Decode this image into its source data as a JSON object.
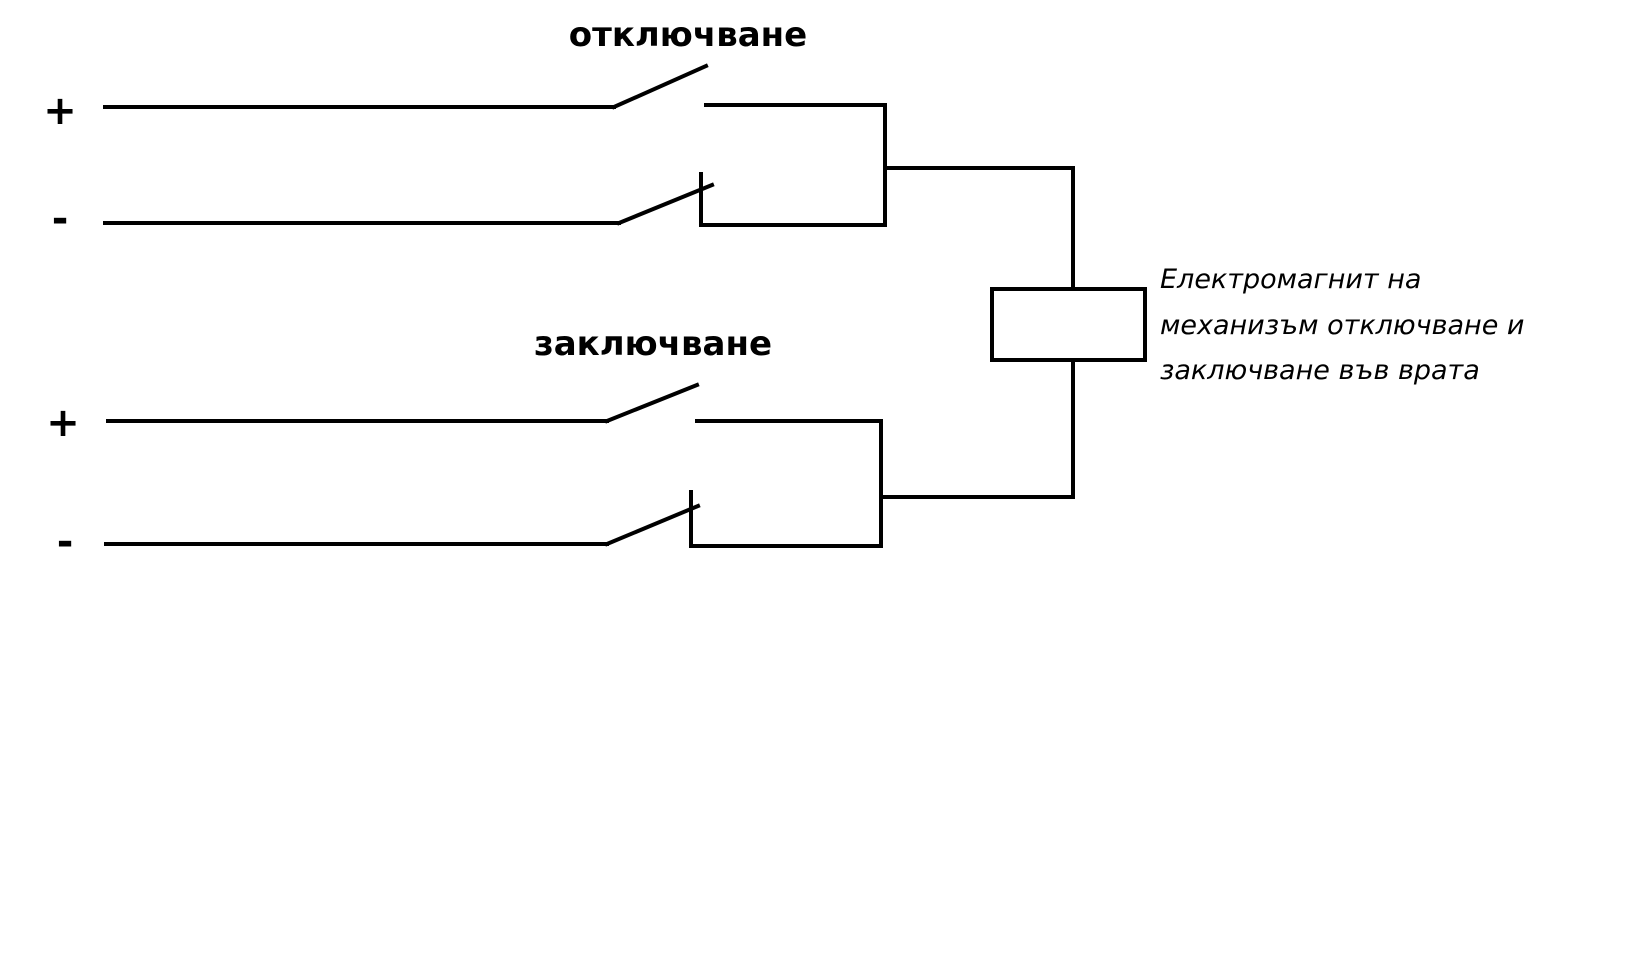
{
  "labels": {
    "unlock_heading": "отключване",
    "lock_heading": "заключване",
    "plus_sign": "+",
    "minus_sign": "-"
  },
  "solenoid_caption": {
    "line1": "Електромагнит на",
    "line2": "механизъм отключване и",
    "line3": "заключване във врата"
  },
  "colors": {
    "line": "#000000",
    "background": "#ffffff"
  }
}
